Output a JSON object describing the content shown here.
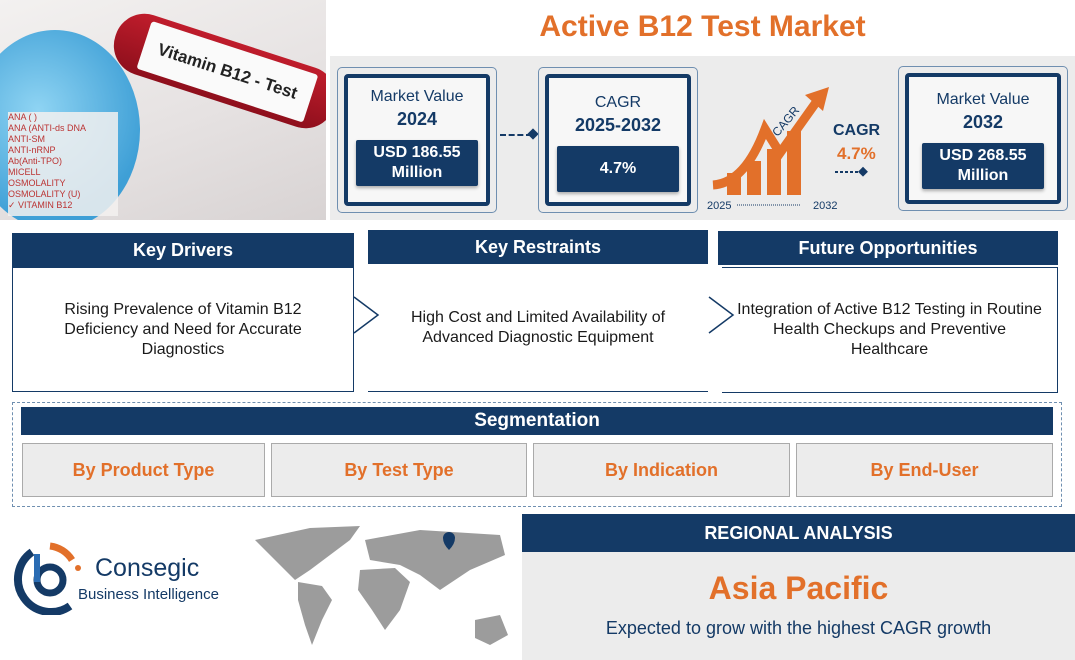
{
  "title": "Active B12 Test Market",
  "photo": {
    "tube_label": "Vitamin B12 - Test",
    "sheet_lines": "ANA ( )\nANA (ANTI-ds DNA\nANTI-SM\nANTI-nRNP\nAb(Anti-TPO)\nMICELL\nOSMOLALITY\nOSMOLALITY (U)\n✓ VITAMIN B12"
  },
  "stats": {
    "market_2024": {
      "label": "Market Value",
      "year": "2024",
      "value": "USD 186.55 Million"
    },
    "cagr": {
      "label": "CAGR",
      "period": "2025-2032",
      "value": "4.7%"
    },
    "graphic": {
      "arrow_text": "CAGR",
      "label": "CAGR",
      "value": "4.7%",
      "start": "2025",
      "end": "2032"
    },
    "market_2032": {
      "label": "Market Value",
      "year": "2032",
      "value": "USD 268.55 Million"
    }
  },
  "cards": [
    {
      "title": "Key Drivers",
      "text": "Rising Prevalence of Vitamin B12 Deficiency and Need for Accurate Diagnostics"
    },
    {
      "title": "Key Restraints",
      "text": "High Cost and Limited Availability of Advanced Diagnostic Equipment"
    },
    {
      "title": "Future Opportunities",
      "text": "Integration of Active B12 Testing in Routine Health Checkups and Preventive Healthcare"
    }
  ],
  "segmentation": {
    "title": "Segmentation",
    "items": [
      "By Product Type",
      "By Test Type",
      "By Indication",
      "By End-User"
    ]
  },
  "logo": {
    "name": "Consegic",
    "tagline": "Business Intelligence"
  },
  "regional": {
    "title": "REGIONAL ANALYSIS",
    "region": "Asia Pacific",
    "text": "Expected to grow with the highest CAGR growth"
  },
  "colors": {
    "navy": "#143a66",
    "orange": "#e2702a",
    "panel": "#ececec"
  }
}
